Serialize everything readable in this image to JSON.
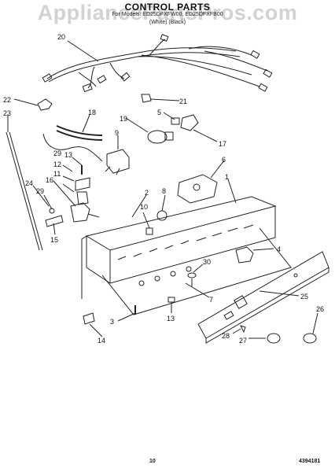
{
  "watermark": "AppliancePartsPros.com",
  "title": "CONTROL PARTS",
  "subtitle_line1": "For Models: ED25DFXFW00, ED25DFXFB00",
  "subtitle_line2": "(White)    (Black)",
  "footer": {
    "page_number": "10",
    "part_code": "4394181"
  },
  "callouts": [
    {
      "id": "c20",
      "text": "20"
    },
    {
      "id": "c22",
      "text": "22"
    },
    {
      "id": "c23",
      "text": "23"
    },
    {
      "id": "c18",
      "text": "18"
    },
    {
      "id": "c21",
      "text": "21"
    },
    {
      "id": "c5",
      "text": "5"
    },
    {
      "id": "c19",
      "text": "19"
    },
    {
      "id": "c17",
      "text": "17"
    },
    {
      "id": "c9",
      "text": "9"
    },
    {
      "id": "c6",
      "text": "6"
    },
    {
      "id": "c13a",
      "text": "13"
    },
    {
      "id": "c29a",
      "text": "29"
    },
    {
      "id": "c12",
      "text": "12"
    },
    {
      "id": "c11",
      "text": "11"
    },
    {
      "id": "c16",
      "text": "16"
    },
    {
      "id": "c24",
      "text": "24"
    },
    {
      "id": "c29b",
      "text": "29"
    },
    {
      "id": "c2",
      "text": "2"
    },
    {
      "id": "c8",
      "text": "8"
    },
    {
      "id": "c10",
      "text": "10"
    },
    {
      "id": "c1",
      "text": "1"
    },
    {
      "id": "c15",
      "text": "15"
    },
    {
      "id": "c4",
      "text": "4"
    },
    {
      "id": "c30",
      "text": "30"
    },
    {
      "id": "c7",
      "text": "7"
    },
    {
      "id": "c25",
      "text": "25"
    },
    {
      "id": "c3",
      "text": "3"
    },
    {
      "id": "c13b",
      "text": "13"
    },
    {
      "id": "c26",
      "text": "26"
    },
    {
      "id": "c14",
      "text": "14"
    },
    {
      "id": "c28",
      "text": "28"
    },
    {
      "id": "c27",
      "text": "27"
    }
  ]
}
